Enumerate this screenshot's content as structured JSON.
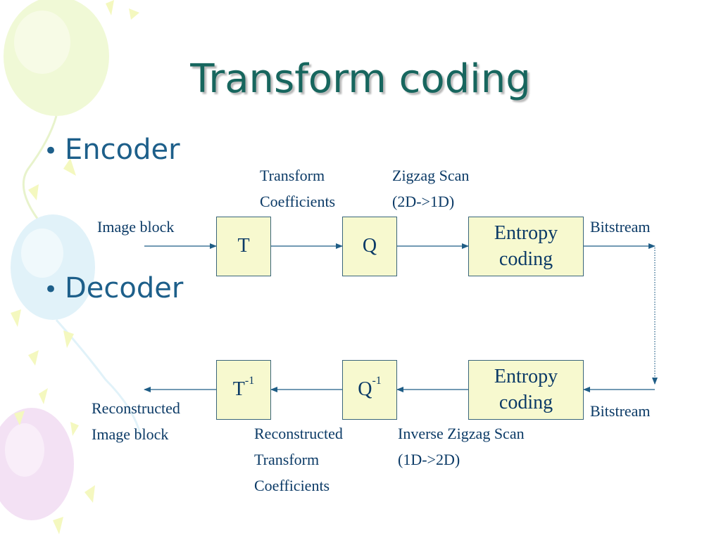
{
  "slide": {
    "title": "Transform coding",
    "bullets": [
      "Encoder",
      "Decoder"
    ]
  },
  "encoder": {
    "input_label": "Image block",
    "boxes": [
      "T",
      "Q",
      "Entropy coding"
    ],
    "transform_coefficients_label": [
      "Transform",
      "Coefficients"
    ],
    "zigzag_label": [
      "Zigzag Scan",
      "(2D->1D)"
    ],
    "output_label": "Bitstream"
  },
  "decoder": {
    "input_label": "Bitstream",
    "boxes": {
      "entropy": "Entropy coding",
      "inverse_quantizer": {
        "base": "Q",
        "superscript": "-1"
      },
      "inverse_transform": {
        "base": "T",
        "superscript": "-1"
      }
    },
    "inverse_zigzag_label": [
      "Inverse Zigzag Scan",
      "(1D->2D)"
    ],
    "reconstructed_coefficients_label": [
      "Reconstructed",
      "Transform",
      "Coefficients"
    ],
    "output_label": [
      "Reconstructed",
      "Image block"
    ]
  },
  "colors": {
    "title": "#17665e",
    "bullet_text": "#1d5f8a",
    "box_fill": "#f7f9cf",
    "box_border": "#39657a",
    "text": "#0b3a66",
    "arrow": "#1f5d86"
  }
}
